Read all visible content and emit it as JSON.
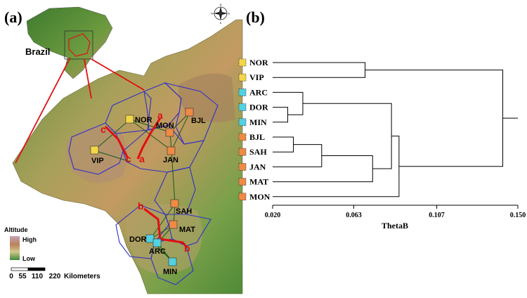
{
  "panel_a": {
    "label": "(a)",
    "brazil_label": "Brazil",
    "altitude": {
      "title": "Altitude",
      "high": "High",
      "low": "Low"
    },
    "scale": {
      "ticks": [
        "0",
        "55",
        "110",
        "220"
      ],
      "unit": "Kilometers"
    },
    "compass": {
      "n": "N",
      "s": "S",
      "e": "E",
      "w": "W"
    },
    "sites": [
      {
        "code": "NOR",
        "color": "#f2d648"
      },
      {
        "code": "VIP",
        "color": "#f2d648"
      },
      {
        "code": "MON",
        "color": "#ef8a45"
      },
      {
        "code": "BJL",
        "color": "#ef8a45"
      },
      {
        "code": "JAN",
        "color": "#ef8a45"
      },
      {
        "code": "SAH",
        "color": "#ef8a45"
      },
      {
        "code": "MAT",
        "color": "#ef8a45"
      },
      {
        "code": "DOR",
        "color": "#52d2e0"
      },
      {
        "code": "ARC",
        "color": "#52d2e0"
      },
      {
        "code": "MIN",
        "color": "#52d2e0"
      }
    ],
    "barrier_labels": [
      "a",
      "a",
      "c",
      "c",
      "b",
      "b"
    ],
    "colors": {
      "barrier": "#e01010",
      "network": "#1a5a1a",
      "polygon": "#3030c8"
    }
  },
  "panel_b": {
    "label": "(b)",
    "leaves": [
      {
        "name": "NOR",
        "color": "#f2d648"
      },
      {
        "name": "VIP",
        "color": "#f2d648"
      },
      {
        "name": "ARC",
        "color": "#52d2e0"
      },
      {
        "name": "DOR",
        "color": "#52d2e0"
      },
      {
        "name": "MIN",
        "color": "#52d2e0"
      },
      {
        "name": "BJL",
        "color": "#ef8a45"
      },
      {
        "name": "SAH",
        "color": "#ef8a45"
      },
      {
        "name": "JAN",
        "color": "#ef8a45"
      },
      {
        "name": "MAT",
        "color": "#ef8a45"
      },
      {
        "name": "MON",
        "color": "#ef8a45"
      }
    ],
    "axis": {
      "title": "ThetaB",
      "ticks": [
        "0.020",
        "0.063",
        "0.107",
        "0.150"
      ],
      "range": [
        0.02,
        0.15
      ]
    },
    "merges": [
      {
        "members": [
          "NOR",
          "VIP"
        ],
        "height": 0.069
      },
      {
        "members": [
          "DOR",
          "MIN"
        ],
        "height": 0.028
      },
      {
        "members": [
          "ARC",
          "DOR",
          "MIN"
        ],
        "height": 0.036
      },
      {
        "members": [
          "BJL",
          "SAH"
        ],
        "height": 0.031
      },
      {
        "members": [
          "BJL",
          "SAH",
          "JAN"
        ],
        "height": 0.046
      },
      {
        "members": [
          "BJL",
          "SAH",
          "JAN",
          "MAT"
        ],
        "height": 0.073
      },
      {
        "members": [
          "ARC",
          "DOR",
          "MIN",
          "BJL",
          "SAH",
          "JAN",
          "MAT"
        ],
        "height": 0.083
      },
      {
        "members": [
          "ARC",
          "DOR",
          "MIN",
          "BJL",
          "SAH",
          "JAN",
          "MAT",
          "MON"
        ],
        "height": 0.087
      },
      {
        "members": [
          "NOR",
          "VIP",
          "ARC",
          "DOR",
          "MIN",
          "BJL",
          "SAH",
          "JAN",
          "MAT",
          "MON"
        ],
        "height": 0.142
      }
    ]
  }
}
